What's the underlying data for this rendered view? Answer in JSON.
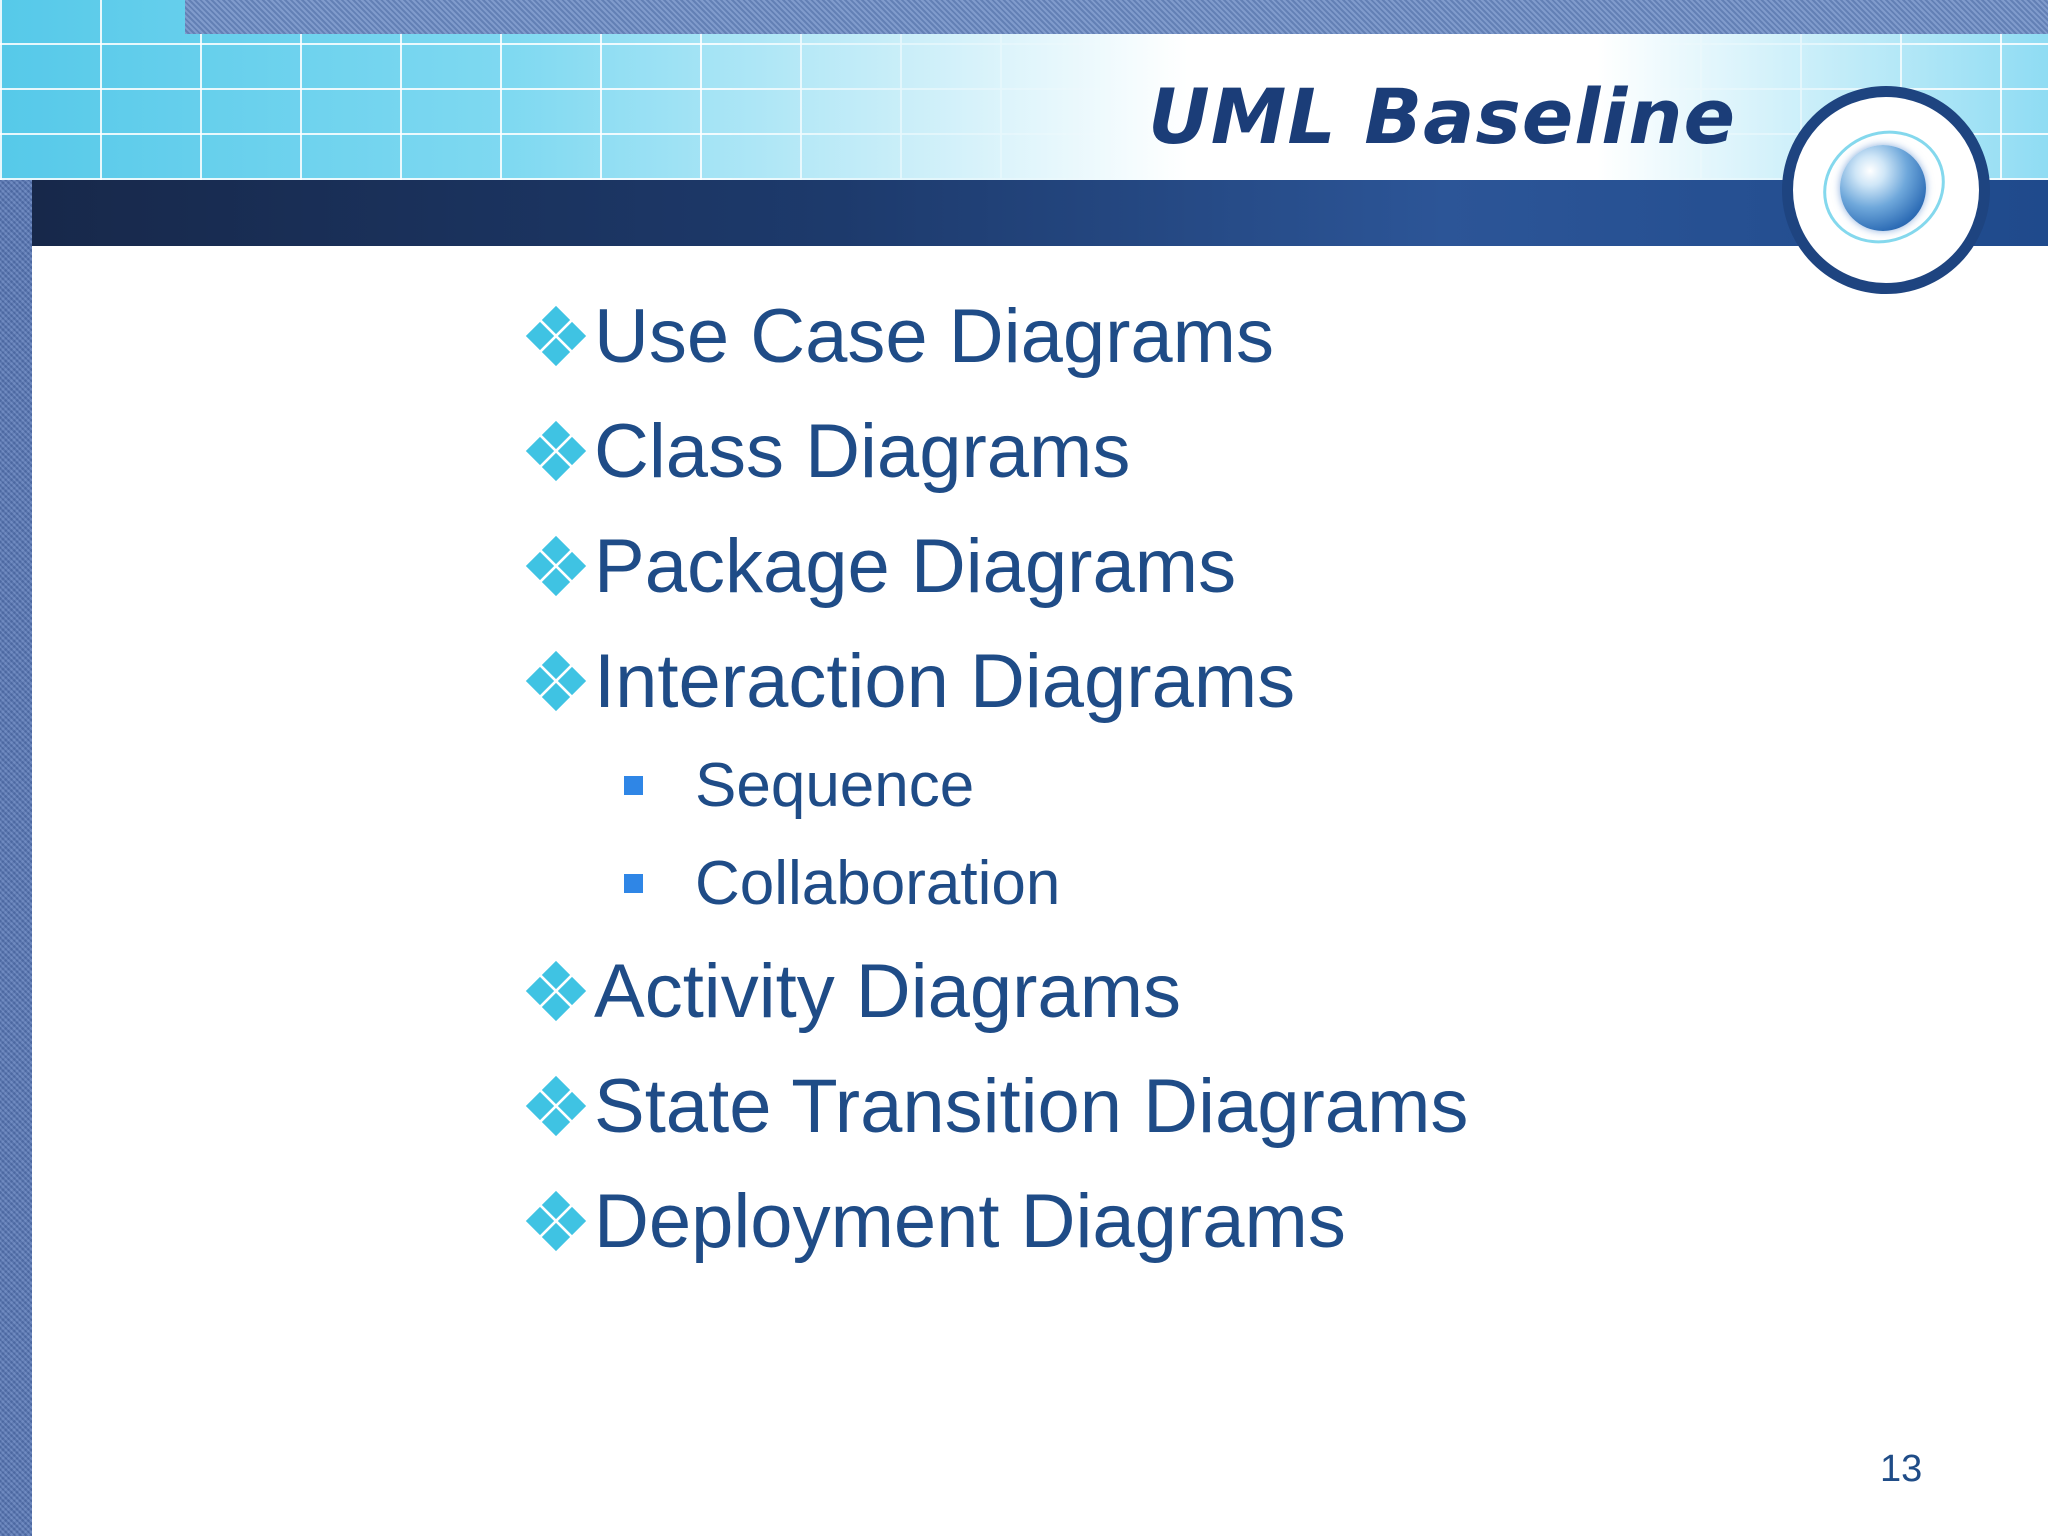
{
  "slide": {
    "title": "UML Baseline",
    "page_number": "13",
    "bullets": [
      "Use Case Diagrams",
      "Class Diagrams",
      "Package Diagrams",
      "Interaction Diagrams",
      "Activity Diagrams",
      "State Transition Diagrams",
      "Deployment Diagrams"
    ],
    "sub_bullets": [
      "Sequence",
      "Collaboration"
    ],
    "colors": {
      "title": "#1b3d78",
      "body_text": "#1f4c87",
      "bullet_accent": "#3fc3e3",
      "sub_bullet": "#2f86e6"
    },
    "icons": {
      "bullet": "four-diamond-icon",
      "sub_bullet": "square-icon",
      "logo": "globe-icon"
    }
  }
}
